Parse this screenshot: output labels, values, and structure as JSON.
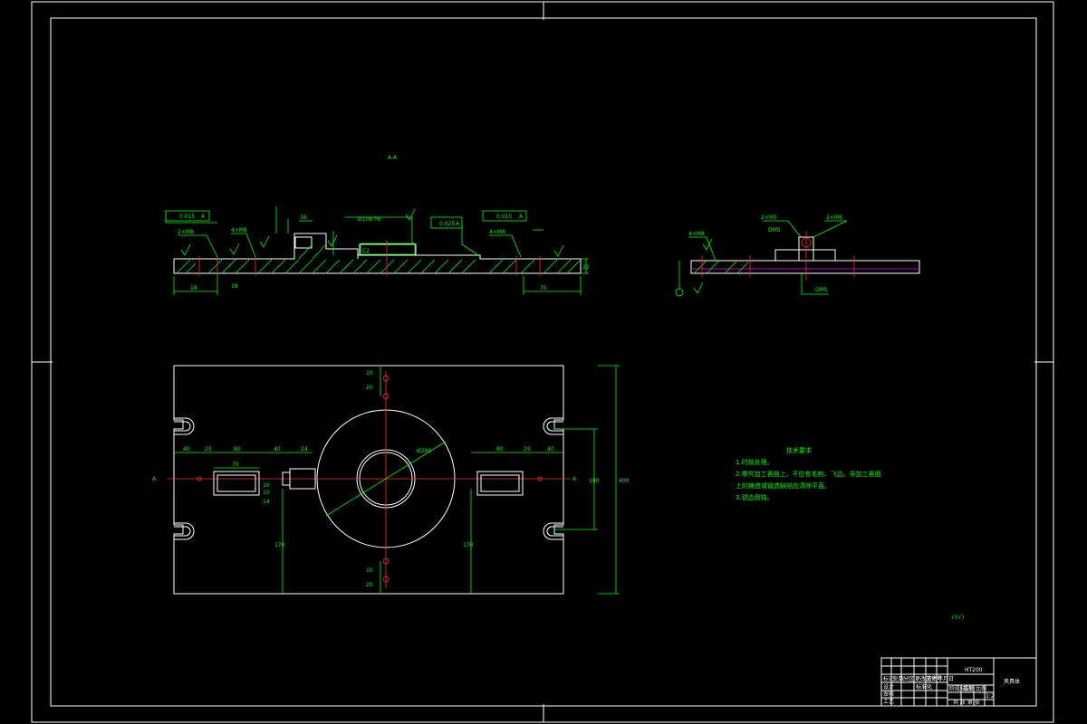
{
  "section_label": "A-A",
  "dimensions": {
    "side_view": {
      "left_width": "18",
      "right_width": "70",
      "hole_spec_1": "2×M8",
      "hole_spec_2": "4×M8",
      "hole_spec_3": "4×M8",
      "center_dim": "Ø108 h6",
      "height": "38",
      "tol_1": "0.015",
      "tol_2": "0.025",
      "tol_3": "0.015",
      "datum": "A",
      "bore": "C2",
      "thickness": "22",
      "r_depth": "18"
    },
    "small_view": {
      "hole_spec": "4×M8",
      "tapped": "2×M5",
      "depth": "DM5",
      "right_spec": "2×M8",
      "bottom": "DM5"
    },
    "plan_view": {
      "top_dims": [
        "40",
        "25",
        "80",
        "40",
        "24"
      ],
      "right_top_dims": [
        "80",
        "25",
        "40"
      ],
      "inner_dim": "70",
      "small_dims": [
        "10",
        "10",
        "14"
      ],
      "height_left": "170",
      "height_right": "170",
      "total_height": "400",
      "right_span": "180",
      "vert_top": [
        "10",
        "20"
      ],
      "vert_bottom": [
        "10",
        "20"
      ],
      "diameter": "Ø200"
    }
  },
  "tech_requirements": {
    "title": "技术要求",
    "items": [
      "1.时效处理。",
      "2.零件加工表面上，不应有毛刺、飞边。非加工表面",
      "上的铸造或锻造缺陷应清除平直。",
      "3.锐边倒钝。"
    ]
  },
  "roughness_symbol": "√(√)",
  "title_block": {
    "material": "HT200",
    "name": "夹具体",
    "row_labels": [
      "标记",
      "处数",
      "分区",
      "更改文件号",
      "签名",
      "年月日"
    ],
    "stage_labels": [
      "阶段标记",
      "重量",
      "比例"
    ],
    "scale": "1:2",
    "sheet": "共 张 第 张",
    "roles": [
      "设计",
      "审核",
      "工艺"
    ],
    "standard": "标准化"
  }
}
